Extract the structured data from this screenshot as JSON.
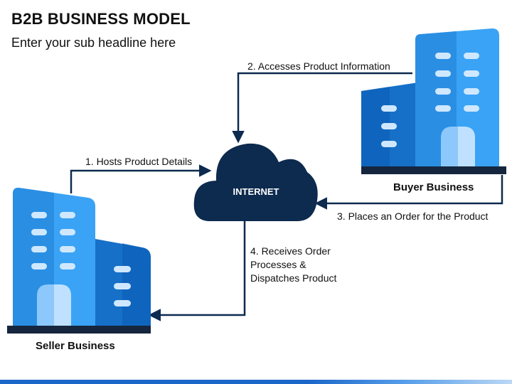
{
  "title": "B2B BUSINESS MODEL",
  "subtitle": "Enter your sub headline here",
  "cloud_label": "INTERNET",
  "buyer_label": "Buyer Business",
  "seller_label": "Seller Business",
  "steps": [
    "1. Hosts Product Details",
    "2. Accesses Product Information",
    "3. Places an Order for the Product",
    "4. Receives Order",
    "Processes &",
    "Dispatches Product"
  ],
  "colors": {
    "navy": "#0d2a4f",
    "building_light": "#3aa3f5",
    "building_dark": "#1670c8",
    "window": "#cfe8ff",
    "base": "#15263e"
  }
}
